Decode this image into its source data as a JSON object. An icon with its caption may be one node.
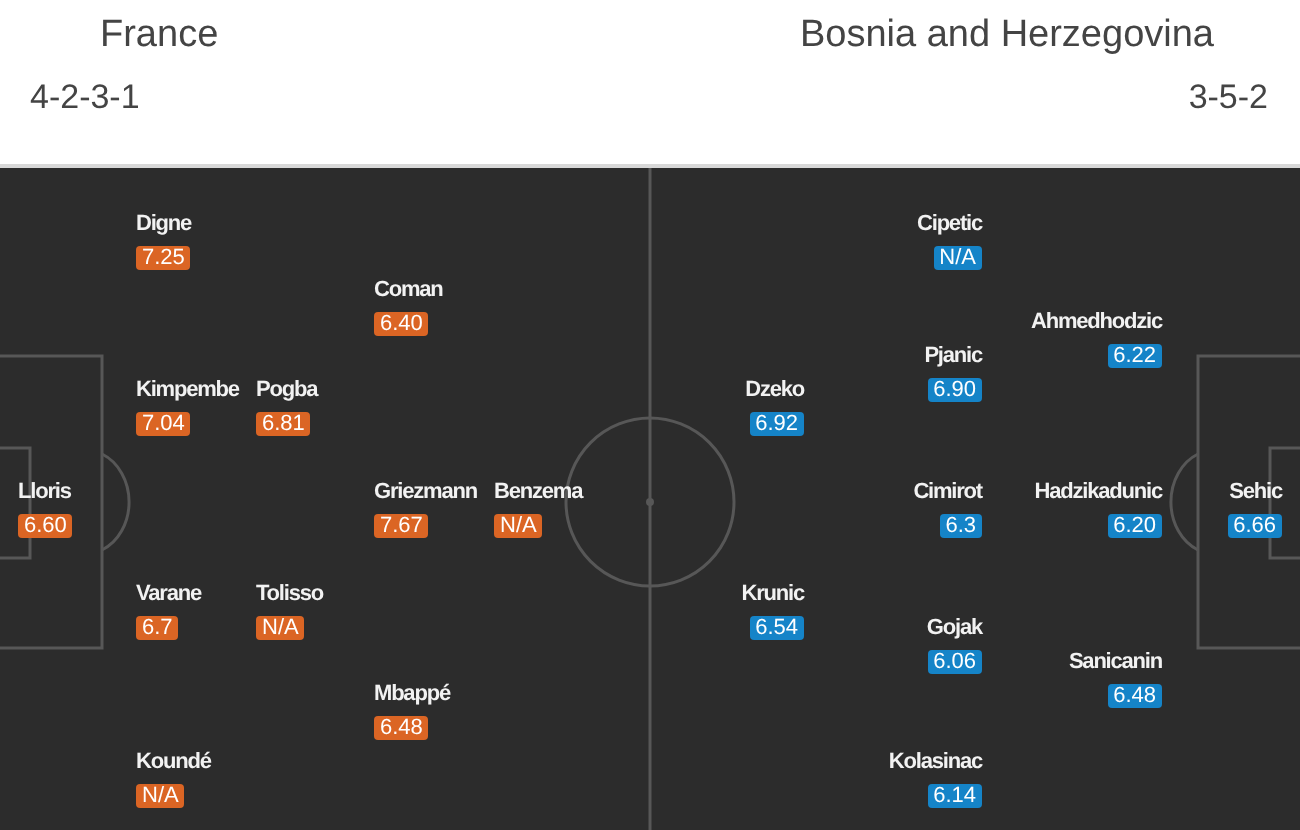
{
  "diagram": {
    "nodes": [
      {
        "text": [
          "Lloris",
          "6.60"
        ]
      },
      {
        "text": [
          "Digne",
          "7.25"
        ]
      },
      {
        "text": [
          "Kimpembe",
          "7.04"
        ]
      },
      {
        "text": [
          "Varane",
          "6.7"
        ]
      },
      {
        "text": [
          "Koundé",
          "N/A"
        ]
      },
      {
        "text": [
          "Pogba",
          "6.81"
        ]
      },
      {
        "text": [
          "Tolisso",
          "N/A"
        ]
      },
      {
        "text": [
          "Coman",
          "6.40"
        ]
      },
      {
        "text": [
          "Griezmann",
          "7.67"
        ]
      },
      {
        "text": [
          "Mbappé",
          "6.48"
        ]
      },
      {
        "text": [
          "Benzema",
          "N/A"
        ]
      },
      {
        "text": [
          "Dzeko",
          "6.92"
        ]
      },
      {
        "text": [
          "Krunic",
          "6.54"
        ]
      },
      {
        "text": [
          "Cipetic",
          "N/A"
        ]
      },
      {
        "text": [
          "Pjanic",
          "6.90"
        ]
      },
      {
        "text": [
          "Cimirot",
          "6.3"
        ]
      },
      {
        "text": [
          "Gojak",
          "6.06"
        ]
      },
      {
        "text": [
          "Kolasinac",
          "6.14"
        ]
      },
      {
        "text": [
          "Ahmedhodzic",
          "6.22"
        ]
      },
      {
        "text": [
          "Hadzikadunic",
          "6.20"
        ]
      },
      {
        "text": [
          "Sanicanin",
          "6.48"
        ]
      },
      {
        "text": [
          "Sehic",
          "6.66"
        ]
      }
    ],
    "labels": [
      "France",
      "Bosnia and Herzegovina",
      "4-2-3-1",
      "3-5-2"
    ]
  }
}
